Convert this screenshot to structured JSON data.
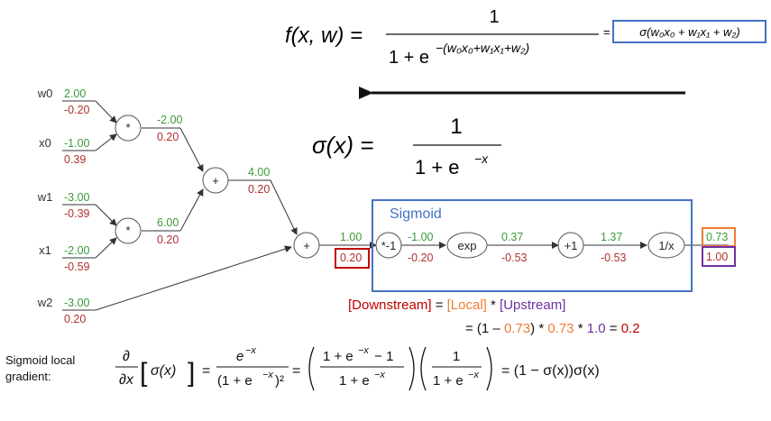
{
  "formula": {
    "lhs": "f(x, w) =",
    "numerator": "1",
    "den_base": "1 + e",
    "den_exp": "−(w₀x₀+w₁x₁+w₂)",
    "rhs_eq": "=",
    "boxed": "σ(w₀x₀ + w₁x₁ + w₂)"
  },
  "sigmoid_def": {
    "lhs": "σ(x) =",
    "numerator": "1",
    "den_base": "1 + e",
    "den_exp": "−x"
  },
  "graph": {
    "inputs": [
      {
        "name": "w0",
        "value": "2.00",
        "grad": "-0.20"
      },
      {
        "name": "x0",
        "value": "-1.00",
        "grad": "0.39"
      },
      {
        "name": "w1",
        "value": "-3.00",
        "grad": "-0.39"
      },
      {
        "name": "x1",
        "value": "-2.00",
        "grad": "-0.59"
      },
      {
        "name": "w2",
        "value": "-3.00",
        "grad": "0.20"
      }
    ],
    "ops": [
      "*",
      "*",
      "+",
      "+",
      "*-1",
      "exp",
      "+1",
      "1/x"
    ],
    "edges": [
      {
        "value": "-2.00",
        "grad": "0.20"
      },
      {
        "value": "6.00",
        "grad": "0.20"
      },
      {
        "value": "4.00",
        "grad": "0.20"
      },
      {
        "value": "1.00",
        "grad": "0.20"
      },
      {
        "value": "-1.00",
        "grad": "-0.20"
      },
      {
        "value": "0.37",
        "grad": "-0.53"
      },
      {
        "value": "1.37",
        "grad": "-0.53"
      },
      {
        "value": "0.73",
        "grad": "1.00"
      }
    ]
  },
  "sigmoid_box_label": "Sigmoid",
  "rule": {
    "downstream": "[Downstream]",
    "eq": " = ",
    "local": "[Local]",
    "mul": " * ",
    "upstream": "[Upstream]"
  },
  "calc": {
    "p1": "= (1 – ",
    "v1": "0.73",
    "p2": ") * ",
    "v2": "0.73",
    "p3": " * ",
    "v3": "1.0",
    "p4": " = ",
    "v4": "0.2"
  },
  "local_grad": {
    "label_line1": "Sigmoid local",
    "label_line2": "gradient:",
    "deriv_num": "∂",
    "deriv_den": "∂x",
    "sig": "σ(x)",
    "eq": "=",
    "f1_num": "e",
    "f1_num_exp": "−x",
    "f1_den": "(1 + e",
    "f1_den_exp": "−x",
    "f1_den_tail": ")²",
    "f2_num": "1 + e",
    "f2_num_exp": "−x",
    "f2_num_tail": " − 1",
    "f2_den": "1 + e",
    "f2_den_exp": "−x",
    "f3_num": "1",
    "f3_den": "1 + e",
    "f3_den_exp": "−x",
    "result": "= (1 − σ(x))σ(x)"
  },
  "colors": {
    "forward": "#3a9a3a",
    "backward": "#b03030",
    "sigmoid_box": "#4472c4",
    "downstream": "#c00000",
    "local": "#ed7d31",
    "upstream": "#7030a0",
    "output_value_box": "#ed7d31",
    "output_grad_box": "#7030a0",
    "downstream_grad_box": "#c00000"
  },
  "icons": [
    "arrow-left-icon"
  ]
}
